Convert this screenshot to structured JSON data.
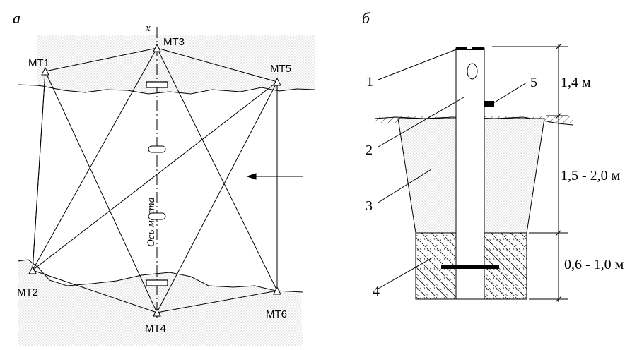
{
  "panel_a": {
    "label": "а",
    "axis_label": "x",
    "axis_caption": "Ось моста",
    "points": [
      {
        "id": "mt1",
        "label": "МТ1"
      },
      {
        "id": "mt2",
        "label": "МТ2"
      },
      {
        "id": "mt3",
        "label": "МТ3"
      },
      {
        "id": "mt4",
        "label": "МТ4"
      },
      {
        "id": "mt5",
        "label": "МТ5"
      },
      {
        "id": "mt6",
        "label": "МТ6"
      }
    ]
  },
  "panel_b": {
    "label": "б",
    "callouts": [
      "1",
      "2",
      "3",
      "4",
      "5"
    ],
    "dimensions": [
      "1,4 м",
      "1,5 - 2,0 м",
      "0,6 - 1,0 м"
    ]
  },
  "colors": {
    "ink": "#000000",
    "stipple": "#8a8a8a",
    "background": "#ffffff"
  }
}
